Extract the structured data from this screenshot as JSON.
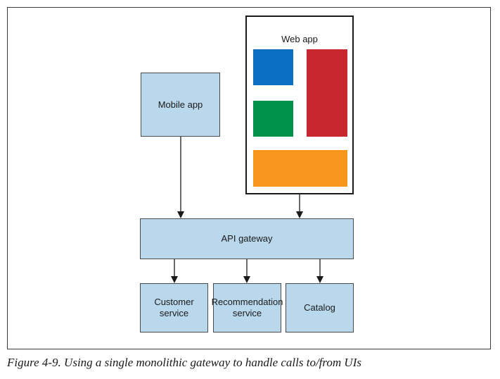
{
  "diagram": {
    "mobile_app": "Mobile app",
    "web_app": "Web app",
    "api_gateway": "API gateway",
    "services": {
      "customer": [
        "Customer",
        "service"
      ],
      "recommendation": [
        "Recommendation",
        "service"
      ],
      "catalog": "Catalog"
    },
    "tile_colors": {
      "blue": "#0a6fc0",
      "red": "#c7262e",
      "green": "#00914a",
      "orange": "#f7951d"
    },
    "box_fill": "#b9d8ec"
  },
  "caption": "Figure 4-9. Using a single monolithic gateway to handle calls to/from UIs"
}
